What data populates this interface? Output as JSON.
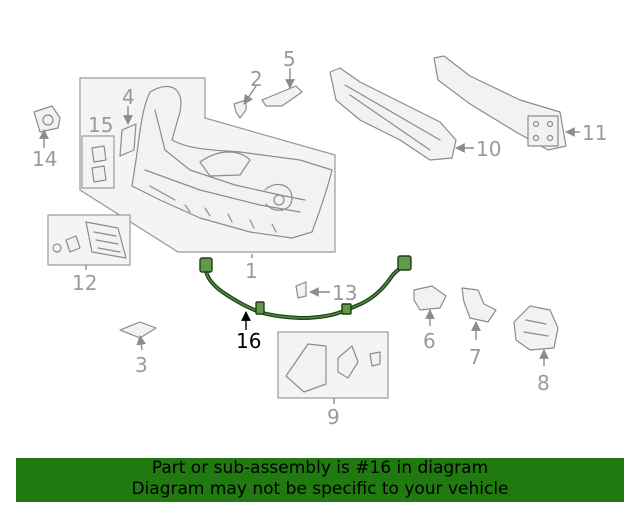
{
  "diagram": {
    "callouts": [
      "1",
      "2",
      "3",
      "4",
      "5",
      "6",
      "7",
      "8",
      "9",
      "10",
      "11",
      "12",
      "13",
      "14",
      "15",
      "16"
    ],
    "highlighted_part": "16",
    "highlight_color": "#4c8a3a",
    "callout_color": "#9a9a9a"
  },
  "banner": {
    "line1": "Part or sub-assembly is #16 in diagram",
    "line2": "Diagram may not be specific to your vehicle",
    "background": "#207a10"
  }
}
